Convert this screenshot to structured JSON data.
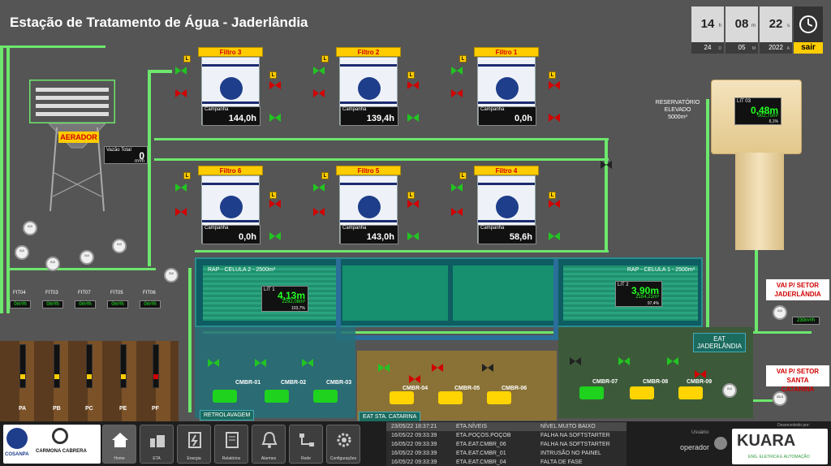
{
  "header": {
    "title": "Estação de Tratamento de Água - Jaderlândia"
  },
  "clock": {
    "h": "14",
    "m": "08",
    "s": "22",
    "h_label": "h",
    "m_label": "m",
    "s_label": "s",
    "day": "24",
    "month": "05",
    "year": "2022",
    "d_label": "D",
    "mo_label": "M",
    "a_label": "A",
    "sair": "sair"
  },
  "aerator": {
    "label": "AERADOR"
  },
  "vazao": {
    "label": "Vazão Total",
    "value": "0",
    "unit": "m³/h"
  },
  "filters": [
    {
      "name": "Filtro 3",
      "label": "Campanha",
      "value": "144,0h"
    },
    {
      "name": "Filtro 2",
      "label": "Campanha",
      "value": "139,4h"
    },
    {
      "name": "Filtro 1",
      "label": "Campanha",
      "value": "0,0h"
    },
    {
      "name": "Filtro 6",
      "label": "Campanha",
      "value": "0,0h"
    },
    {
      "name": "Filtro 5",
      "label": "Campanha",
      "value": "143,0h"
    },
    {
      "name": "Filtro 4",
      "label": "Campanha",
      "value": "58,6h"
    }
  ],
  "reservoir": {
    "label1": "RESERVATÓRIO",
    "label2": "ELEVADO",
    "label3": "5000m³",
    "lit": "LIT 03",
    "level": "0,48m",
    "volume": "302,75m³",
    "pct": "6,1%"
  },
  "rap": {
    "cell2": "RAP - CELULA 2 - 2500m³",
    "cell1": "RAP - CELULA 1 - 2500m³",
    "lit1": "LIT 1",
    "lit1_level": "4,13m",
    "lit1_vol": "2292,08m³",
    "lit1_pct": "103,7%",
    "lit2": "LIT 2",
    "lit2_level": "3,90m",
    "lit2_vol": "2164,21m³",
    "lit2_pct": "97,4%"
  },
  "areas": {
    "retro": "RETROLAVAGEM",
    "eat_sta": "EAT STA. CATARINA",
    "eat_jad1": "EAT",
    "eat_jad2": "JADERLÂNDIA"
  },
  "outputs": {
    "jad1": "VAI P/ SETOR",
    "jad2": "JADERLÂNDIA",
    "jad_flow": "230m³/h",
    "cat1": "VAI P/ SETOR SANTA",
    "cat2": "CATARINA"
  },
  "pumps": [
    "CMBR-01",
    "CMBR-02",
    "CMBR-03",
    "CMBR-04",
    "CMBR-05",
    "CMBR-06",
    "CMBR-07",
    "CMBR-08",
    "CMBR-09"
  ],
  "wells": {
    "fits": [
      "FIT04",
      "FIT03",
      "FIT07",
      "FIT05",
      "FIT06"
    ],
    "flows": [
      "0m³/h",
      "0m³/h",
      "0m³/h",
      "0m³/h",
      "0m³/h"
    ],
    "names": [
      "PA",
      "PB",
      "PC",
      "PE",
      "PF"
    ]
  },
  "gauges": [
    "0,0",
    "0,0",
    "0,0",
    "0,0",
    "0,0",
    "0,0",
    "3,0",
    "0,0",
    "33,3",
    "0,0"
  ],
  "nav": [
    "Home",
    "ETA",
    "Energia",
    "Relatórios",
    "Alarmes",
    "Rede",
    "Configurações"
  ],
  "brand": {
    "cosanpa": "COSANPA",
    "carmona": "CARMONA CABRERA",
    "kuara_top": "Desenvolvido por:",
    "kuara": "KUARA",
    "kuara_sub": "ENG. ELÉTRICA E AUTOMAÇÃO"
  },
  "user": {
    "label": "Usuário:",
    "name": "operador"
  },
  "alarms": [
    {
      "date": "23/05/22 18:37:21",
      "source": "ETA.NÍVEIS",
      "msg": "NÍVEL MUITO BAIXO"
    },
    {
      "date": "16/05/22 09:33:39",
      "source": "ETA.POÇOS.POÇOB",
      "msg": "FALHA NA SOFTSTARTER"
    },
    {
      "date": "16/05/22 09:33:39",
      "source": "ETA.EAT.CMBR_06",
      "msg": "FALHA NA SOFTSTARTER"
    },
    {
      "date": "16/05/22 09:33:39",
      "source": "ETA.EAT.CMBR_01",
      "msg": "INTRUSÃO NO PAINEL"
    },
    {
      "date": "16/05/22 09:33:39",
      "source": "ETA.EAT.CMBR_04",
      "msg": "FALTA DE FASE"
    }
  ],
  "colors": {
    "background": "#555555",
    "pipe": "#6de76d",
    "accent": "#ffcc00",
    "alarm": "#d20000"
  }
}
